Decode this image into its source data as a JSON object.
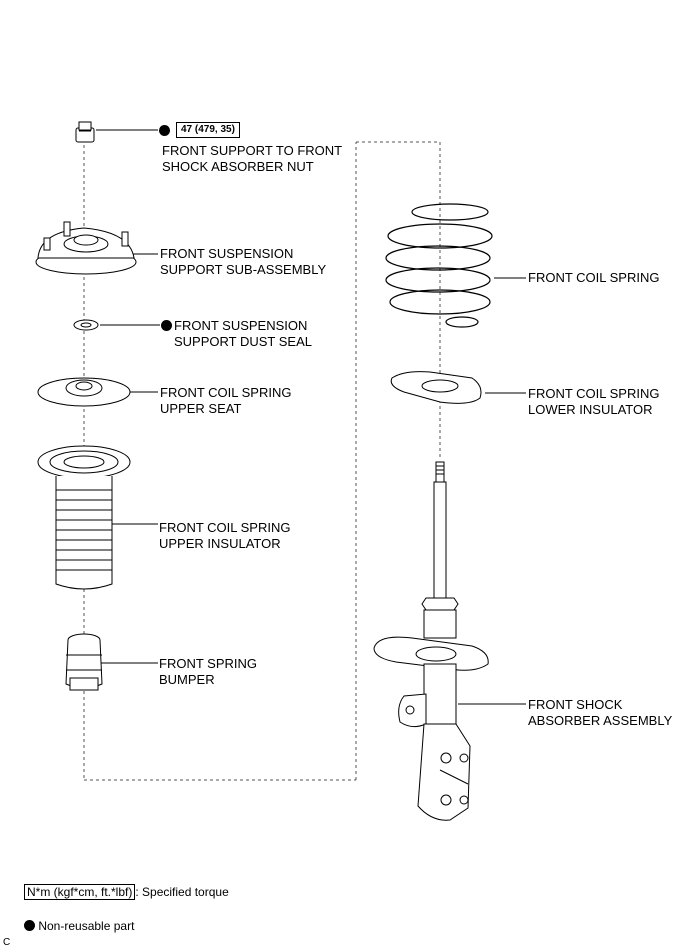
{
  "torque": {
    "value": "47 (479, 35)"
  },
  "labels": {
    "nut": [
      "FRONT SUPPORT TO FRONT",
      "SHOCK ABSORBER NUT"
    ],
    "support": [
      "FRONT SUSPENSION",
      "SUPPORT SUB-ASSEMBLY"
    ],
    "dust_seal": [
      "FRONT SUSPENSION",
      "SUPPORT DUST SEAL"
    ],
    "upper_seat": [
      "FRONT COIL SPRING",
      "UPPER SEAT"
    ],
    "upper_insulator": [
      "FRONT COIL SPRING",
      "UPPER INSULATOR"
    ],
    "bumper": [
      "FRONT SPRING",
      "BUMPER"
    ],
    "coil_spring": [
      "FRONT COIL SPRING"
    ],
    "lower_insulator": [
      "FRONT COIL SPRING",
      "LOWER INSULATOR"
    ],
    "shock": [
      "FRONT SHOCK",
      "ABSORBER ASSEMBLY"
    ]
  },
  "legend": {
    "torque_unit": "N*m (kgf*cm, ft.*lbf)",
    "torque_text": ": Specified torque",
    "nonreusable_text": "Non-reusable part"
  },
  "corner_code": "C"
}
